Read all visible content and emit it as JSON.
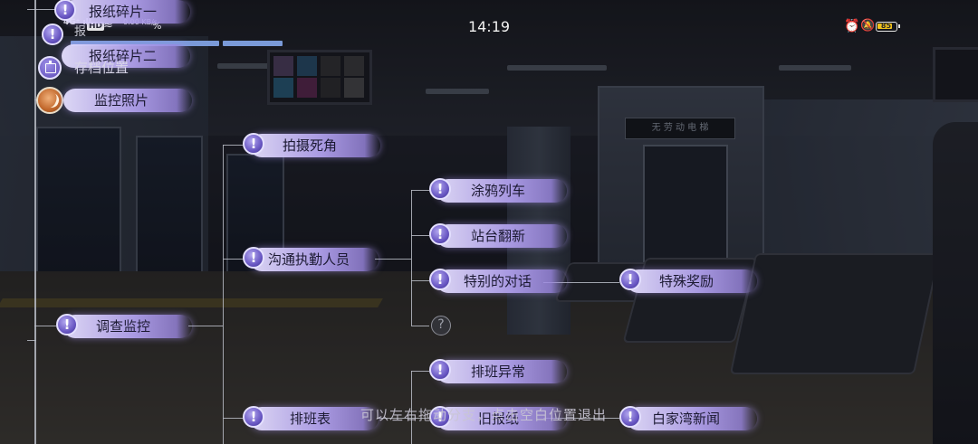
{
  "status_bar": {
    "network": "4G⁺ ıll",
    "hd": "HD",
    "speed": "0.00 KB/s",
    "battery_percent_text": "%",
    "time": "14:19",
    "battery_level": "85",
    "battery_fill": 0.85
  },
  "progress": {
    "segments": [
      0.62,
      0.25
    ]
  },
  "top_items": {
    "fragment_1": "报纸碎片一",
    "fragment_2": "报纸碎片二",
    "save_label": "存档位置",
    "overlay_fragment": "报"
  },
  "nodes": {
    "surveillance_photo": "监控照片",
    "blind_spot": "拍摄死角",
    "graffiti_train": "涂鸦列车",
    "platform_renovation": "站台翻新",
    "talk_staff": "沟通执勤人员",
    "special_dialogue": "特别的对话",
    "special_reward": "特殊奖励",
    "unknown": "?",
    "investigate_cctv": "调查监控",
    "shift_anomaly": "排班异常",
    "schedule": "排班表",
    "old_newspaper": "旧报纸",
    "baijiawan_news": "白家湾新闻"
  },
  "badge_glyph": "!",
  "hint": "可以左右拖动分支，点击空白位置退出",
  "booth_sign": "无 劳 动 电 梯"
}
